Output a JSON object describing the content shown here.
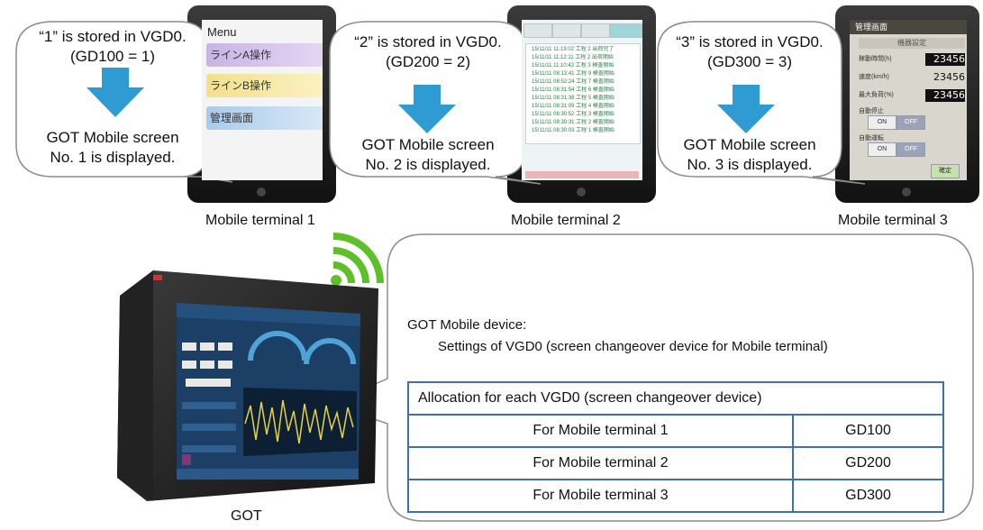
{
  "bubbles": [
    {
      "line1": "“1” is stored in VGD0.",
      "line2": "(GD100 = 1)",
      "line3": "GOT Mobile screen",
      "line4": "No. 1 is displayed."
    },
    {
      "line1": "“2” is stored in VGD0.",
      "line2": "(GD200 = 2)",
      "line3": "GOT Mobile screen",
      "line4": "No. 2 is displayed."
    },
    {
      "line1": "“3” is stored in VGD0.",
      "line2": "(GD300 = 3)",
      "line3": "GOT Mobile screen",
      "line4": "No. 3 is displayed."
    }
  ],
  "terminals": [
    {
      "label": "Mobile terminal 1"
    },
    {
      "label": "Mobile terminal 2"
    },
    {
      "label": "Mobile terminal 3"
    }
  ],
  "screen1": {
    "title": "Menu",
    "items": [
      "ラインA操作",
      "ラインB操作",
      "管理画面"
    ]
  },
  "screen2": {
    "rows": [
      "15/11/11 11:19:02  工程 2  出荷完了",
      "15/11/11 11:12:11  工程 2  出荷開始",
      "15/11/11 11:10:42  工程 3  検査開始",
      "15/11/11 08:13:41  工程 9  検査開始",
      "15/11/11 08:52:24  工程 7  検査開始",
      "15/11/11 08:31:54  工程 6  検査開始",
      "15/11/11 08:31:38  工程 5  検査開始",
      "15/11/11 08:31:09  工程 4  検査開始",
      "15/11/11 08:30:52  工程 3  検査開始",
      "15/11/11 08:30:31  工程 2  検査開始",
      "15/11/11 08:30:03  工程 1  検査開始"
    ]
  },
  "screen3": {
    "title": "管理画面",
    "section": "機器設定",
    "values": [
      {
        "label": "稼動時間(h)",
        "value": "23456"
      },
      {
        "label": "速度(km/h)",
        "value": "23456"
      },
      {
        "label": "最大負荷(%)",
        "value": "23456"
      }
    ],
    "toggle1_label": "自動停止",
    "toggle2_label": "自動運転",
    "on": "ON",
    "off": "OFF",
    "confirm": "確定"
  },
  "got": {
    "label": "GOT"
  },
  "info": {
    "title": "GOT Mobile device:",
    "subtitle": "Settings of VGD0 (screen changeover device for Mobile terminal)",
    "table_header": "Allocation for each VGD0 (screen changeover device)",
    "rows": [
      {
        "terminal": "For Mobile terminal 1",
        "device": "GD100"
      },
      {
        "terminal": "For Mobile terminal 2",
        "device": "GD200"
      },
      {
        "terminal": "For Mobile terminal 3",
        "device": "GD300"
      }
    ]
  },
  "colors": {
    "arrow": "#2e9bd3",
    "wifi": "#5fbf2a",
    "table_border": "#3f6fb0",
    "bubble_border": "#8c8c8c"
  }
}
